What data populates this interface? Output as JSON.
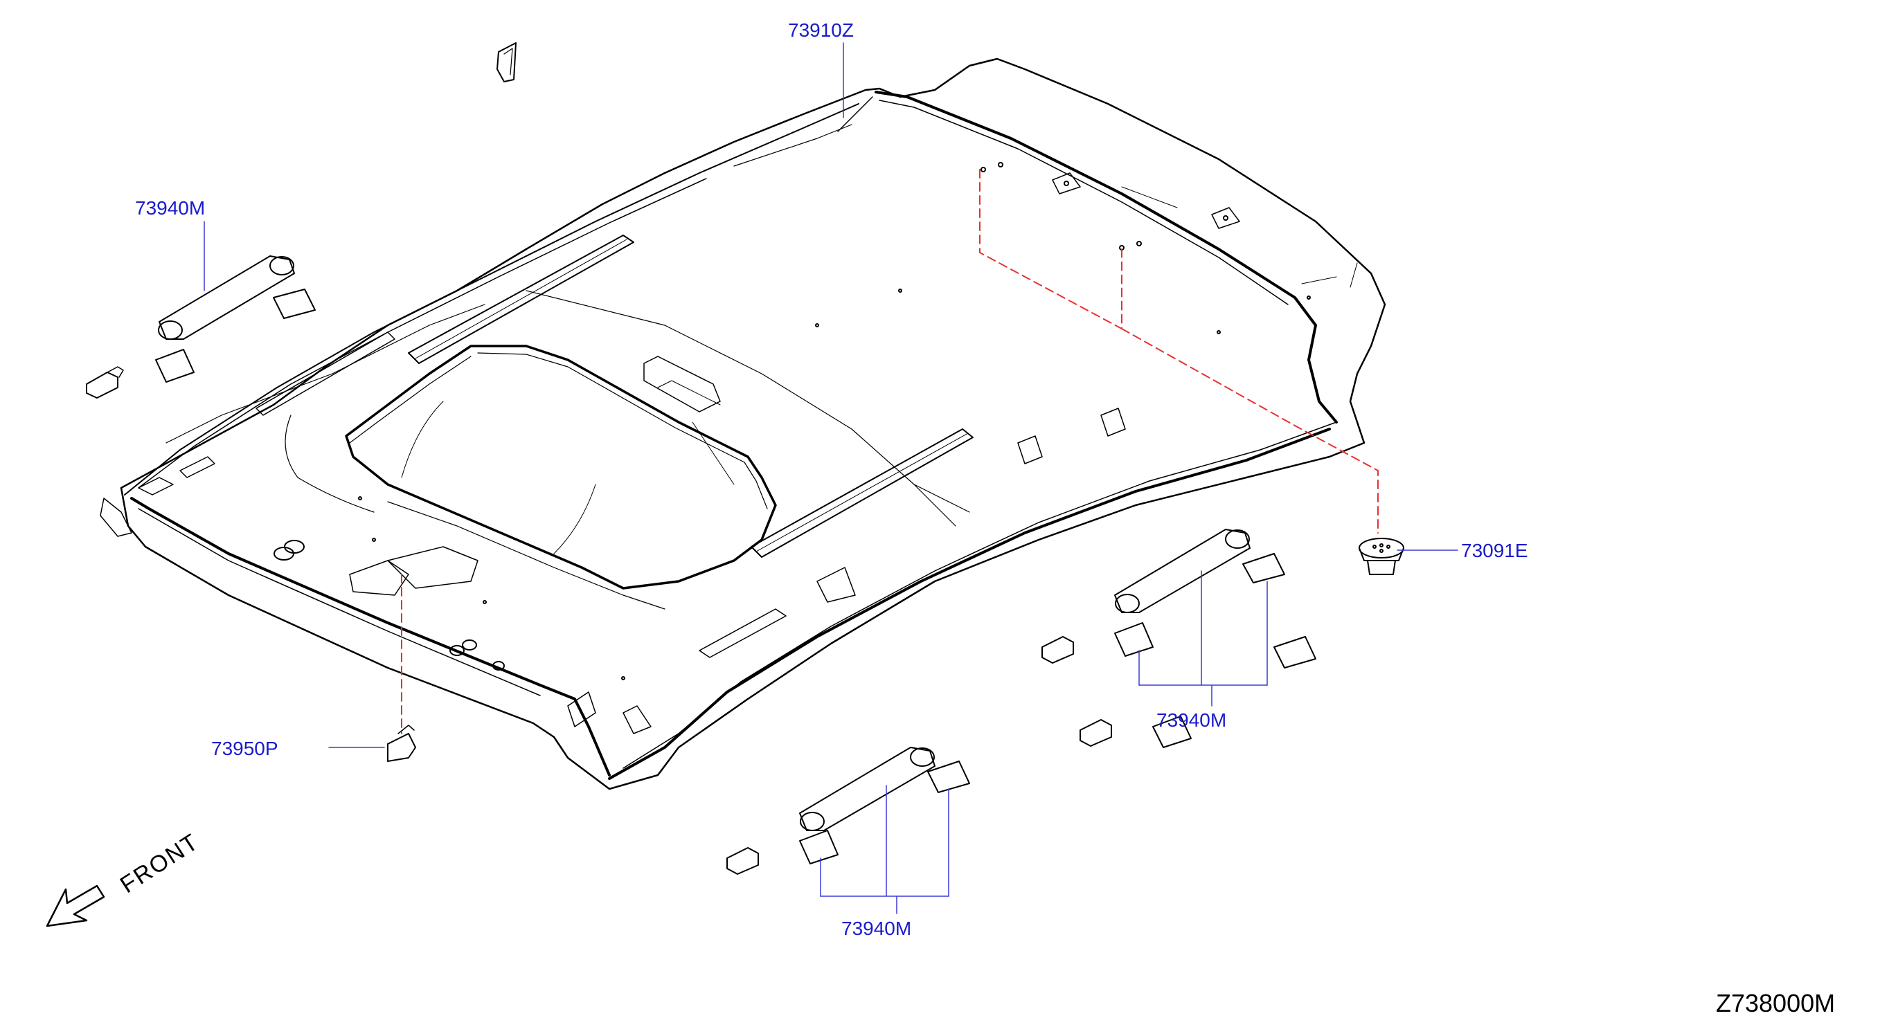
{
  "diagram": {
    "callouts": {
      "headlining": "73910Z",
      "grip_upper_left": "73940M",
      "grip_right": "73940M",
      "grip_bottom": "73940M",
      "clip_right": "73091E",
      "holder_left": "73950P"
    },
    "direction_label": "FRONT",
    "reference_code": "Z738000M"
  }
}
